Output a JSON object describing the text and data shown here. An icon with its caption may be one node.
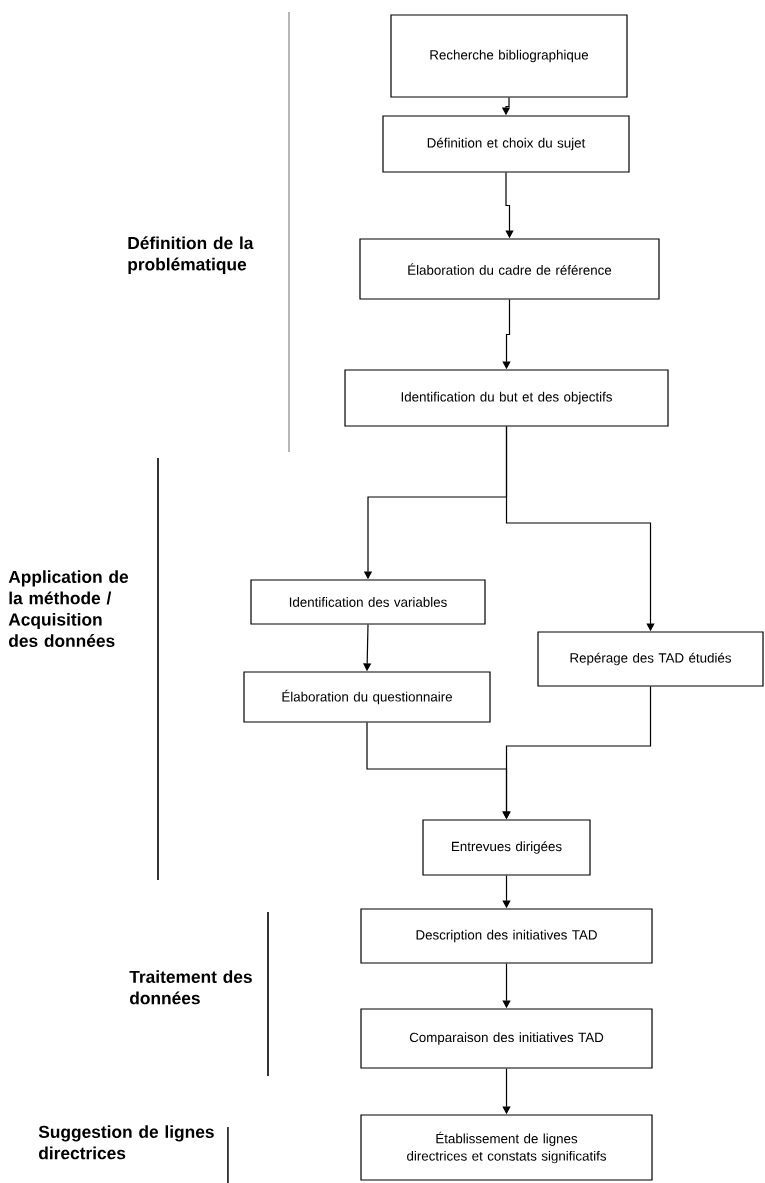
{
  "diagram": {
    "nodes": [
      {
        "text": [
          "Recherche bibliographique"
        ]
      },
      {
        "text": [
          "Définition et choix du sujet"
        ]
      },
      {
        "text": [
          "Élaboration du cadre de référence"
        ]
      },
      {
        "text": [
          "Identification du but et des objectifs"
        ]
      },
      {
        "text": [
          "Identification des variables"
        ]
      },
      {
        "text": [
          "Repérage des TAD étudiés"
        ]
      },
      {
        "text": [
          "Élaboration du questionnaire"
        ]
      },
      {
        "text": [
          "Entrevues dirigées"
        ]
      },
      {
        "text": [
          "Description des initiatives TAD"
        ]
      },
      {
        "text": [
          "Comparaison des initiatives TAD"
        ]
      },
      {
        "text": [
          "Établissement de lignes directrices et constats significatifs"
        ]
      }
    ],
    "edges": [
      {
        "from": 0,
        "to": 1,
        "arrow": "to"
      },
      {
        "from": 1,
        "to": 2,
        "arrow": "to"
      },
      {
        "from": 2,
        "to": 3,
        "arrow": "to"
      },
      {
        "from": 3,
        "to": 4,
        "arrow": "to"
      },
      {
        "from": 3,
        "to": 5,
        "arrow": "to"
      },
      {
        "from": 4,
        "to": 6,
        "arrow": "to"
      },
      {
        "from": 6,
        "to": 7,
        "arrow": "to"
      },
      {
        "from": 5,
        "to": 7,
        "arrow": "to"
      },
      {
        "from": 7,
        "to": 8,
        "arrow": "to"
      },
      {
        "from": 8,
        "to": 9,
        "arrow": "to"
      },
      {
        "from": 9,
        "to": 10,
        "arrow": "to"
      }
    ],
    "labels": [
      "Définition de la problématique",
      "Application de la méthode / Acquisition des données",
      "Traitement des données",
      "Suggestion de lignes directrices"
    ]
  }
}
